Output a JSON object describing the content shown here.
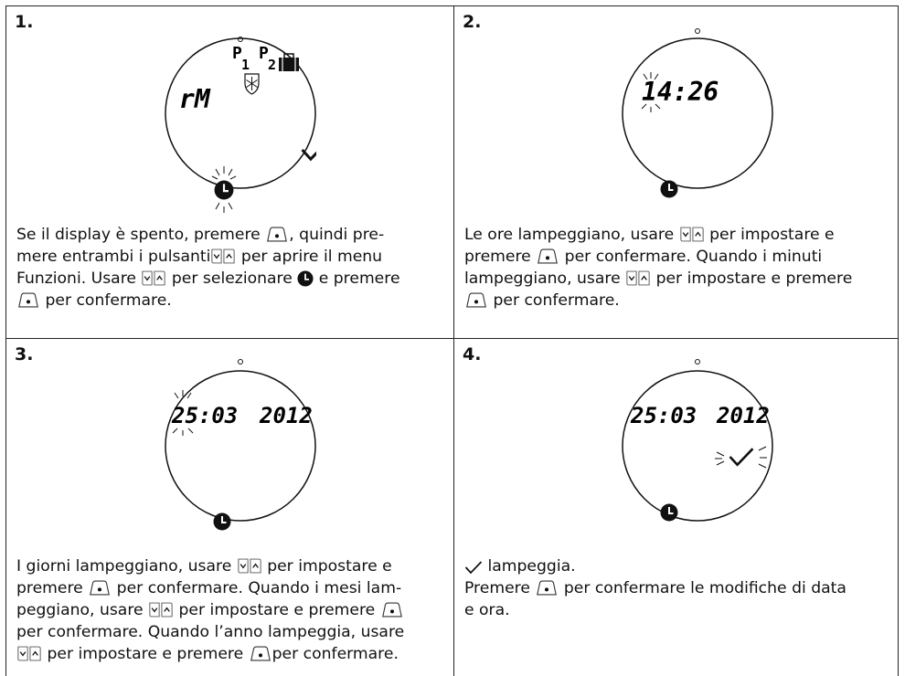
{
  "steps": [
    {
      "number": "1.",
      "display": {
        "mode_text": "rM",
        "p1": "P",
        "p1_sub": "1",
        "p2": "P",
        "p2_sub": "2"
      },
      "text": {
        "l1a": "Se il display è spento, premere ",
        "l1b": ", quindi pre-",
        "l2a": "mere entrambi i pulsanti",
        "l2b": " per aprire il menu",
        "l3a": "Funzioni. Usare ",
        "l3b": " per selezionare ",
        "l3c": " e premere",
        "l4b": " per confermare."
      }
    },
    {
      "number": "2.",
      "display": {
        "time": "14:26"
      },
      "text": {
        "l1a": "Le ore lampeggiano, usare ",
        "l1b": " per impostare e",
        "l2a": "premere ",
        "l2b": " per confermare. Quando i minuti",
        "l3a": "lampeggiano, usare ",
        "l3b": " per impostare e premere",
        "l4b": " per confermare."
      }
    },
    {
      "number": "3.",
      "display": {
        "date": "25:03",
        "year": "2012"
      },
      "text": {
        "l1a": "I giorni lampeggiano, usare ",
        "l1b": " per impostare e",
        "l2a": "premere ",
        "l2b": " per confermare. Quando i mesi lam-",
        "l3a": "peggiano, usare ",
        "l3b": " per impostare e premere ",
        "l4a": "per confermare. Quando l’anno lampeggia, usare",
        "l5b": " per impostare e premere ",
        "l5c": "per confermare."
      }
    },
    {
      "number": "4.",
      "display": {
        "date": "25:03",
        "year": "2012"
      },
      "text": {
        "l1b": " lampeggia.",
        "l2a": "Premere ",
        "l2b": " per confermare le modifiche di data",
        "l3a": "e ora."
      }
    }
  ],
  "icons": {
    "ok_button": "ok-button-icon",
    "arrows": "down-up-arrows-icon",
    "clock": "clock-icon",
    "check": "check-icon",
    "snowflake": "snowflake-shield-icon",
    "suitcase": "suitcase-icon"
  }
}
